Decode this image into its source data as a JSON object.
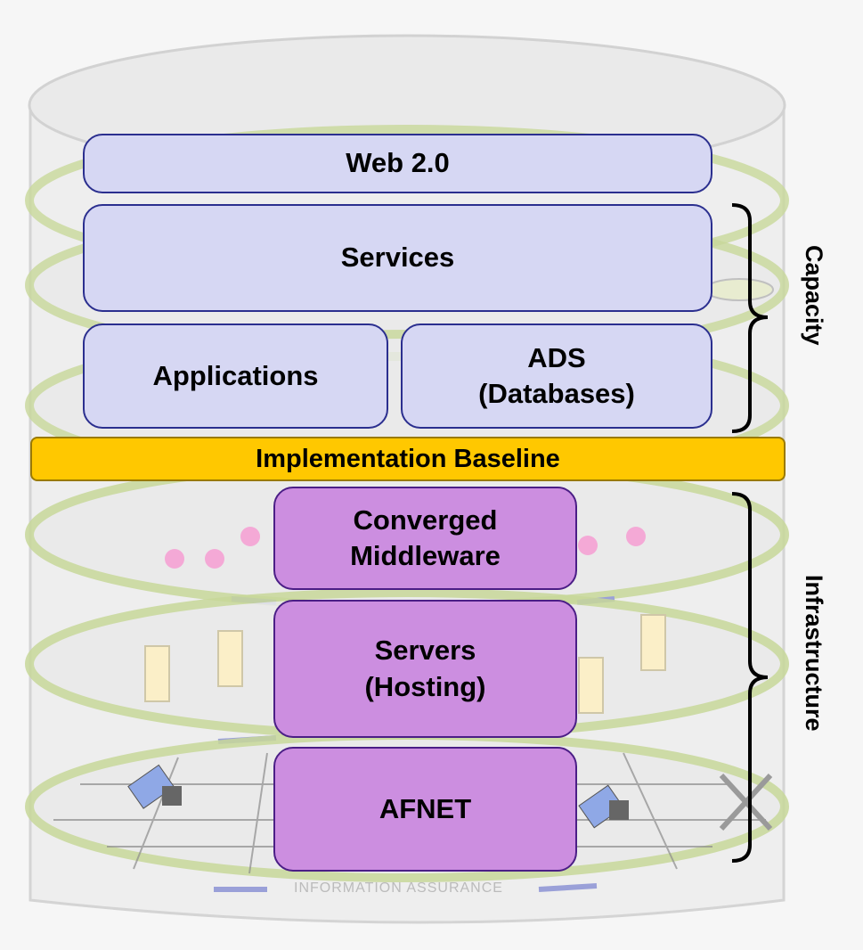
{
  "layers": {
    "web20": "Web 2.0",
    "services": "Services",
    "applications": "Applications",
    "ads": "ADS\n(Databases)",
    "implementation_baseline": "Implementation Baseline",
    "middleware": "Converged\nMiddleware",
    "servers": "Servers\n(Hosting)",
    "afnet": "AFNET"
  },
  "groups": {
    "capacity": "Capacity",
    "infrastructure": "Infrastructure"
  },
  "background_text": {
    "information_assurance": "INFORMATION ASSURANCE"
  },
  "colors": {
    "upper_layer_fill": "#d6d7f3",
    "lower_layer_fill": "#cc8ee0",
    "baseline_fill": "#ffc800"
  }
}
